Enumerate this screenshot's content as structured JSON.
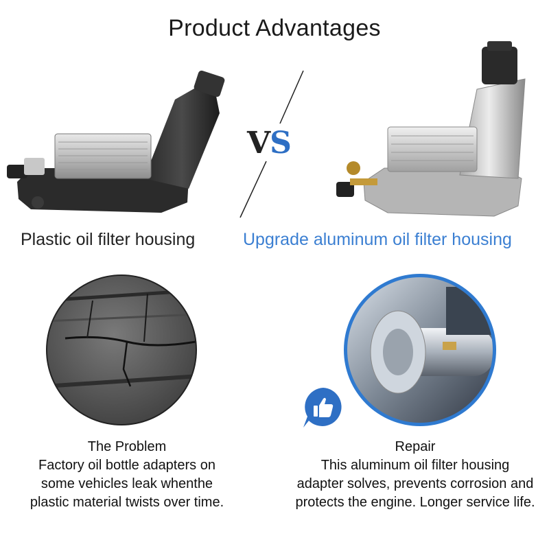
{
  "title": "Product Advantages",
  "vs": {
    "v": "V",
    "s": "S"
  },
  "left": {
    "caption": "Plastic oil filter housing",
    "heading": "The Problem",
    "lines": [
      "Factory oil bottle adapters on",
      "some vehicles leak whenthe",
      "plastic material twists over time."
    ]
  },
  "right": {
    "caption": "Upgrade aluminum oil filter housing",
    "heading": "Repair",
    "lines": [
      "This aluminum oil filter housing",
      "adapter solves, prevents corrosion and",
      "protects the engine. Longer service life."
    ]
  },
  "colors": {
    "accent_blue": "#3b7fd2",
    "badge_blue": "#2e6fc4"
  },
  "icons": [
    "thumbs-up-icon"
  ]
}
